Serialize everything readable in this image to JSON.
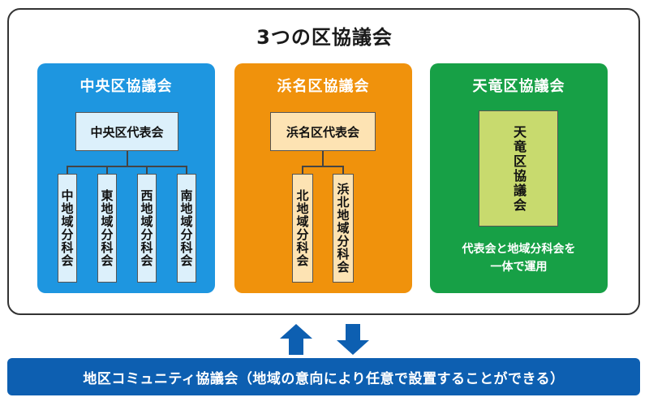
{
  "title": "3つの区協議会",
  "colors": {
    "chuo": "#1e96e0",
    "hamana": "#f0920c",
    "tenryu": "#17a046",
    "bottom_bar": "#0d5fb1",
    "arrows": "#0d5fb1"
  },
  "councils": [
    {
      "name": "中央区協議会",
      "representative": "中央区代表会",
      "subcommittees": [
        "中地域分科会",
        "東地域分科会",
        "西地域分科会",
        "南地域分科会"
      ]
    },
    {
      "name": "浜名区協議会",
      "representative": "浜名区代表会",
      "subcommittees": [
        "北地域分科会",
        "浜北地域分科会"
      ]
    },
    {
      "name": "天竜区協議会",
      "box_text": "天竜区協議会",
      "note_line1": "代表会と地域分科会を",
      "note_line2": "一体で運用"
    }
  ],
  "bottom": {
    "text": "地区コミュニティ協議会（地域の意向により任意で設置することができる）"
  }
}
